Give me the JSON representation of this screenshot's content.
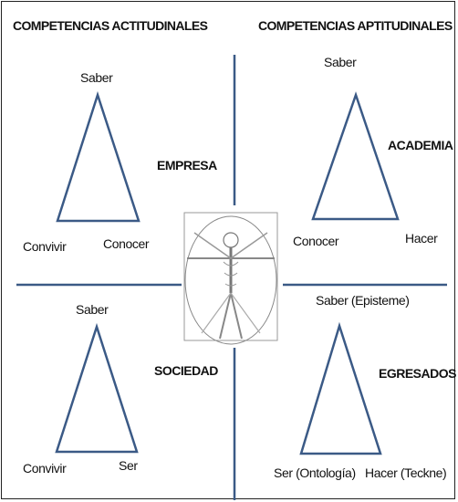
{
  "headers": {
    "left": "COMPETENCIAS ACTITUDINALES",
    "right": "COMPETENCIAS APTITUDINALES"
  },
  "quadrants": [
    {
      "name": "EMPRESA",
      "top": "Saber",
      "bottom_left": "Convivir",
      "bottom_right": "Conocer"
    },
    {
      "name": "ACADEMIA",
      "top": "Saber",
      "bottom_left": "Conocer",
      "bottom_right": "Hacer"
    },
    {
      "name": "SOCIEDAD",
      "top": "Saber",
      "bottom_left": "Convivir",
      "bottom_right": "Ser"
    },
    {
      "name": "EGRESADOS",
      "top": "Saber (Episteme)",
      "bottom_left": "Ser (Ontología)",
      "bottom_right": "Hacer (Teckne)"
    }
  ],
  "colors": {
    "triangle": "#3b5a86",
    "axis": "#3b5a86",
    "frame": "#222222"
  },
  "center_image": "vitruvian-man"
}
